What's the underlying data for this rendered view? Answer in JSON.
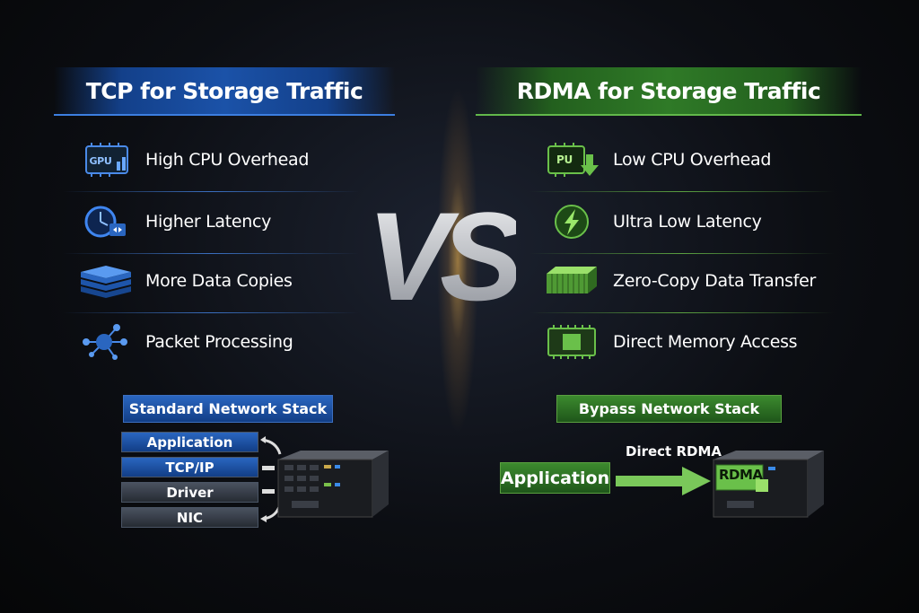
{
  "left": {
    "title": "TCP for Storage Traffic",
    "items": [
      {
        "label": "High CPU Overhead",
        "icon": "cpu-icon"
      },
      {
        "label": "Higher Latency",
        "icon": "clock-icon"
      },
      {
        "label": "More Data Copies",
        "icon": "layers-icon"
      },
      {
        "label": "Packet Processing",
        "icon": "network-nodes-icon"
      }
    ],
    "stack_label": "Standard Network Stack",
    "stack": [
      "Application",
      "TCP/IP",
      "Driver",
      "NIC"
    ]
  },
  "vs": "VS",
  "right": {
    "title": "RDMA for Storage Traffic",
    "items": [
      {
        "label": "Low CPU Overhead",
        "icon": "cpu-down-icon",
        "icon_text": "PU"
      },
      {
        "label": "Ultra Low Latency",
        "icon": "lightning-icon"
      },
      {
        "label": "Zero-Copy Data Transfer",
        "icon": "memory-block-icon"
      },
      {
        "label": "Direct Memory Access",
        "icon": "memory-chip-icon"
      }
    ],
    "stack_label": "Bypass Network Stack",
    "app_label": "Application",
    "arrow_label": "Direct RDMA",
    "server_label": "RDMA"
  },
  "left_cpu_text": "GPU",
  "colors": {
    "tcp": "#1b52a8",
    "rdma": "#2f7a27"
  }
}
